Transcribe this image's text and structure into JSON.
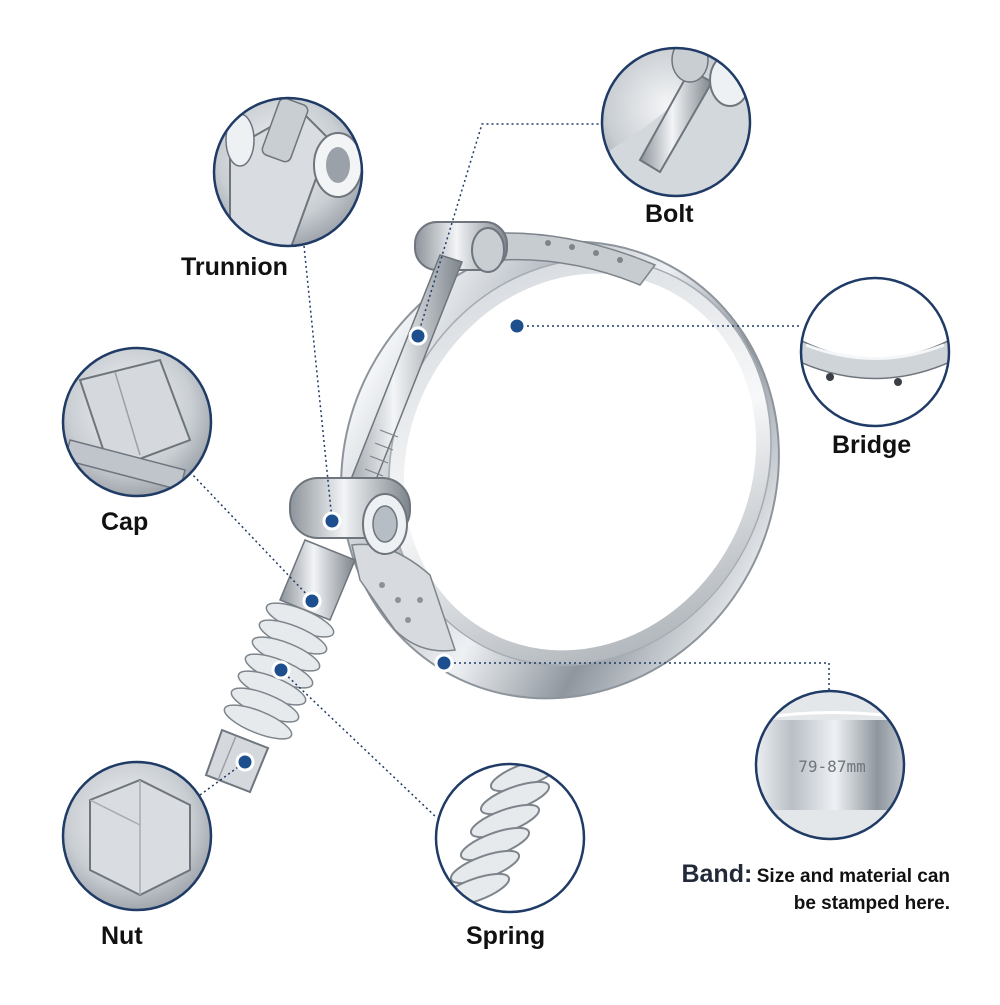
{
  "labels": {
    "trunnion": "Trunnion",
    "bolt": "Bolt",
    "bridge": "Bridge",
    "cap": "Cap",
    "nut": "Nut",
    "spring": "Spring"
  },
  "band_note": {
    "title": "Band:",
    "line1": "Size and material can",
    "line2": "be stamped here."
  },
  "stamp_text": "79-87mm",
  "colors": {
    "callout_ring": "#1f3b66",
    "marker_dot": "#1d4f8f",
    "steel_light": "#e9ecef",
    "steel_mid": "#b7bdc4",
    "steel_dark": "#6e757d"
  }
}
